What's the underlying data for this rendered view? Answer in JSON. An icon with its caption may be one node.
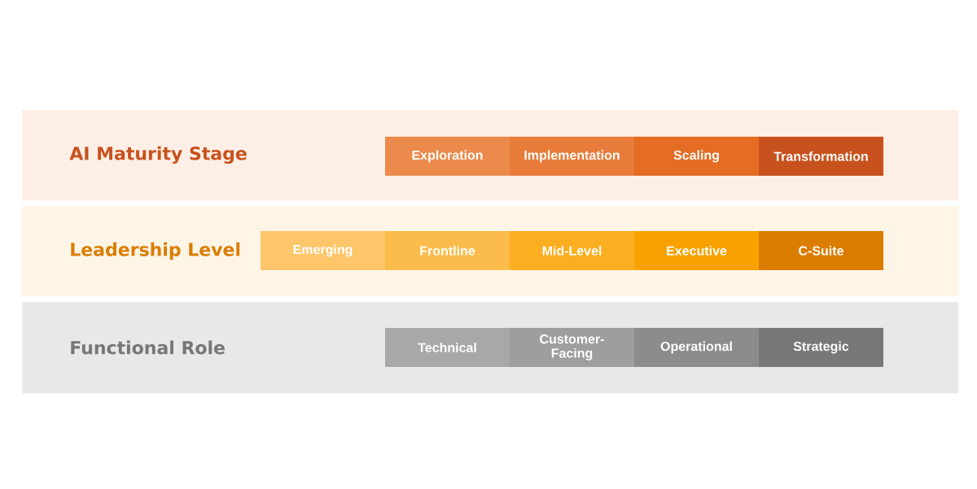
{
  "diagram": {
    "nodes": [
      {
        "text": [
          "AI Maturity Stage"
        ]
      },
      {
        "text": [
          "Exploration"
        ],
        "in": 0
      },
      {
        "text": [
          "Implementation"
        ],
        "in": 0
      },
      {
        "text": [
          "Scaling"
        ],
        "in": 0
      },
      {
        "text": [
          "Transformation"
        ],
        "in": 0
      },
      {
        "text": [
          "Leadership Level"
        ]
      },
      {
        "text": [
          "Emerging"
        ],
        "in": 5
      },
      {
        "text": [
          "Frontline"
        ],
        "in": 5
      },
      {
        "text": [
          "Mid-Level"
        ],
        "in": 5
      },
      {
        "text": [
          "Executive"
        ],
        "in": 5
      },
      {
        "text": [
          "C-Suite"
        ],
        "in": 5
      },
      {
        "text": [
          "Functional Role"
        ]
      },
      {
        "text": [
          "Technical"
        ],
        "in": 11
      },
      {
        "text": [
          "Customer-Facing"
        ],
        "in": 11
      },
      {
        "text": [
          "Operational"
        ],
        "in": 11
      },
      {
        "text": [
          "Strategic"
        ],
        "in": 11
      }
    ]
  }
}
